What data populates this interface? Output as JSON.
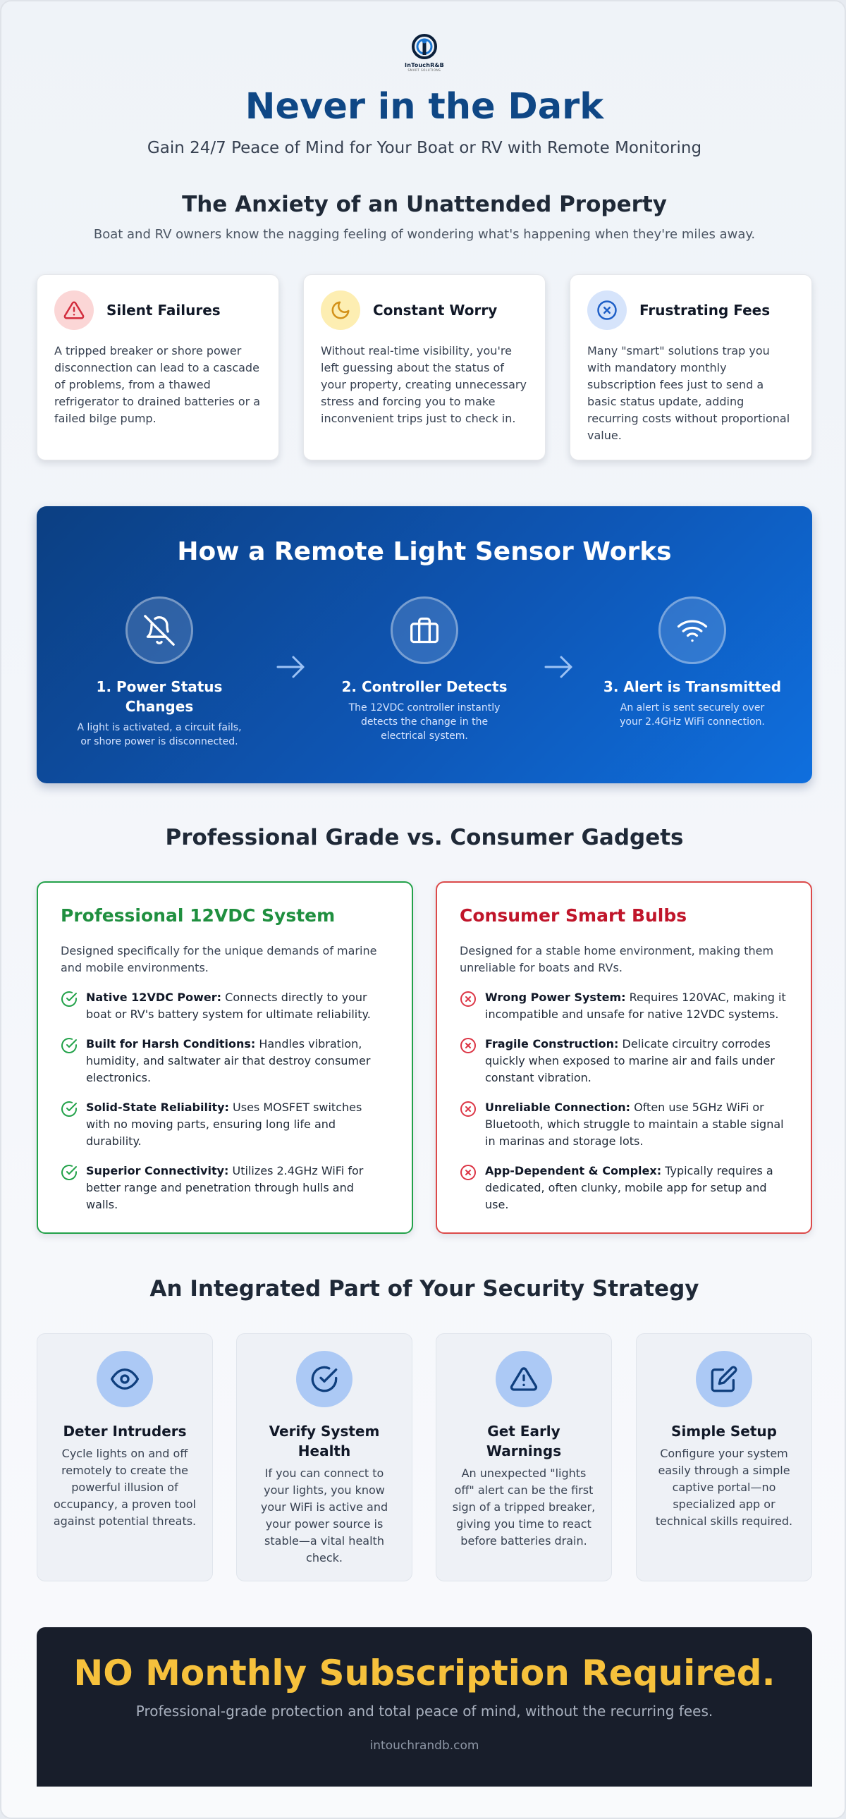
{
  "brand": {
    "name": "InTouchR&B",
    "tagline": "SMART SOLUTIONS"
  },
  "hero": {
    "title": "Never in the Dark",
    "subtitle": "Gain 24/7 Peace of Mind for Your Boat or RV with Remote Monitoring"
  },
  "problem": {
    "title": "The Anxiety of an Unattended Property",
    "subtitle": "Boat and RV owners know the nagging feeling of wondering what's happening when they're miles away.",
    "cards": [
      {
        "icon": "warning-triangle-icon",
        "title": "Silent Failures",
        "body": "A tripped breaker or shore power disconnection can lead to a cascade of problems, from a thawed refrigerator to drained batteries or a failed bilge pump."
      },
      {
        "icon": "moon-icon",
        "title": "Constant Worry",
        "body": "Without real-time visibility, you're left guessing about the status of your property, creating unnecessary stress and forcing you to make inconvenient trips just to check in."
      },
      {
        "icon": "x-circle-icon",
        "title": "Frustrating Fees",
        "body": "Many \"smart\" solutions trap you with mandatory monthly subscription fees just to send a basic status update, adding recurring costs without proportional value."
      }
    ]
  },
  "how": {
    "title": "How a Remote Light Sensor Works",
    "steps": [
      {
        "icon": "bell-off-icon",
        "title": "1. Power Status Changes",
        "body": "A light is activated, a circuit fails, or shore power is disconnected."
      },
      {
        "icon": "briefcase-icon",
        "title": "2. Controller Detects",
        "body": "The 12VDC controller instantly detects the change in the electrical system."
      },
      {
        "icon": "wifi-icon",
        "title": "3. Alert is Transmitted",
        "body": "An alert is sent securely over your 2.4GHz WiFi connection."
      }
    ]
  },
  "compare": {
    "title": "Professional Grade vs. Consumer Gadgets",
    "pro": {
      "title": "Professional 12VDC System",
      "intro": "Designed specifically for the unique demands of marine and mobile environments.",
      "items": [
        {
          "label": "Native 12VDC Power:",
          "text": " Connects directly to your boat or RV's battery system for ultimate reliability."
        },
        {
          "label": "Built for Harsh Conditions:",
          "text": " Handles vibration, humidity, and saltwater air that destroy consumer electronics."
        },
        {
          "label": "Solid-State Reliability:",
          "text": " Uses MOSFET switches with no moving parts, ensuring long life and durability."
        },
        {
          "label": "Superior Connectivity:",
          "text": " Utilizes 2.4GHz WiFi for better range and penetration through hulls and walls."
        }
      ]
    },
    "con": {
      "title": "Consumer Smart Bulbs",
      "intro": "Designed for a stable home environment, making them unreliable for boats and RVs.",
      "items": [
        {
          "label": "Wrong Power System:",
          "text": " Requires 120VAC, making it incompatible and unsafe for native 12VDC systems."
        },
        {
          "label": "Fragile Construction:",
          "text": " Delicate circuitry corrodes quickly when exposed to marine air and fails under constant vibration."
        },
        {
          "label": "Unreliable Connection:",
          "text": " Often use 5GHz WiFi or Bluetooth, which struggle to maintain a stable signal in marinas and storage lots."
        },
        {
          "label": "App-Dependent & Complex:",
          "text": " Typically requires a dedicated, often clunky, mobile app for setup and use."
        }
      ]
    }
  },
  "security": {
    "title": "An Integrated Part of Your Security Strategy",
    "features": [
      {
        "icon": "eye-icon",
        "title": "Deter Intruders",
        "body": "Cycle lights on and off remotely to create the powerful illusion of occupancy, a proven tool against potential threats."
      },
      {
        "icon": "check-circle-icon",
        "title": "Verify System Health",
        "body": "If you can connect to your lights, you know your WiFi is active and your power source is stable—a vital health check."
      },
      {
        "icon": "alert-triangle-icon",
        "title": "Get Early Warnings",
        "body": "An unexpected \"lights off\" alert can be the first sign of a tripped breaker, giving you time to react before batteries drain."
      },
      {
        "icon": "edit-icon",
        "title": "Simple Setup",
        "body": "Configure your system easily through a simple captive portal—no specialized app or technical skills required."
      }
    ]
  },
  "cta": {
    "title": "NO Monthly Subscription Required.",
    "subtitle": "Professional-grade protection and total peace of mind, without the recurring fees.",
    "url": "intouchrandb.com"
  }
}
